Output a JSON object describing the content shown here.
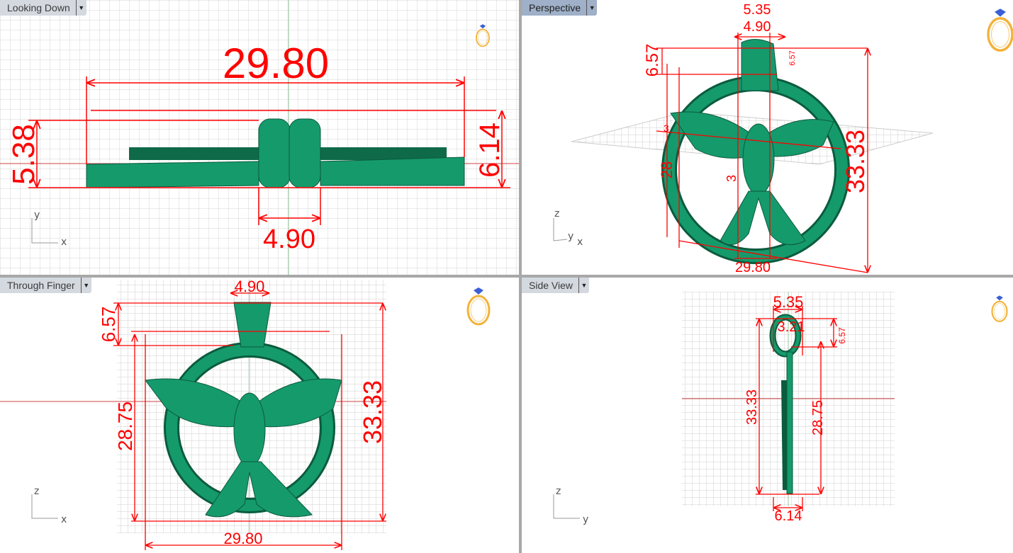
{
  "viewports": [
    {
      "id": "tl",
      "title": "Looking Down",
      "active": false,
      "axes": [
        "y",
        "x"
      ],
      "dims": {
        "width": "29.80",
        "left_height": "5.38",
        "right_height": "6.14",
        "bail": "4.90"
      }
    },
    {
      "id": "tr",
      "title": "Perspective",
      "active": true,
      "axes": [
        "z",
        "y",
        "x"
      ],
      "dims": {
        "bail_height": "6.57",
        "bail_width": "5.35",
        "bail_depth": "4.90",
        "total_height": "33.33",
        "width": "29.80",
        "partial_a": "28",
        "partial_b": "3",
        "partial_c": "3",
        "small_height": "6.57"
      }
    },
    {
      "id": "bl",
      "title": "Through Finger",
      "active": false,
      "axes": [
        "z",
        "x"
      ],
      "dims": {
        "bail": "4.90",
        "bail_height": "6.57",
        "ring_height": "28.75",
        "total_height": "33.33",
        "width": "29.80"
      }
    },
    {
      "id": "br",
      "title": "Side View",
      "active": false,
      "axes": [
        "z",
        "y"
      ],
      "dims": {
        "top": "5.35",
        "bail_inner": "3.21",
        "bail_height": "6.57",
        "total_height": "33.33",
        "ring_height": "28.75",
        "depth": "6.14"
      }
    }
  ],
  "colors": {
    "model": "#159a6c",
    "model_dark": "#0b5b3e",
    "dimension": "#ff0000",
    "grid": "#d6d6d6",
    "active_tab": "#9fb0c8",
    "tab": "#d4d9e0",
    "ring_icon": "#f3b23a",
    "gem_icon": "#3b5fd6"
  },
  "icons": {
    "viewport_menu": "dropdown-arrow-icon",
    "view_cube": "ring-gem-icon"
  }
}
